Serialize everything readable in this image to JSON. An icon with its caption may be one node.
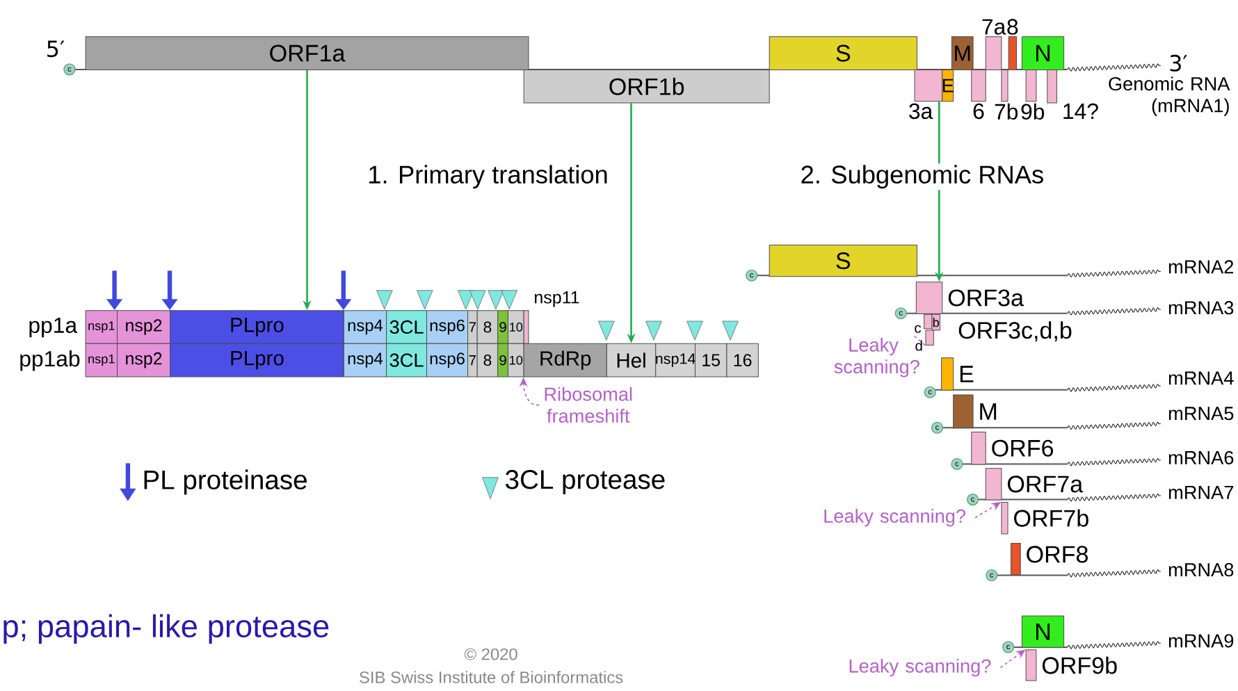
{
  "diagram": {
    "nodes": [
      {
        "text": [
          "ORF1a"
        ]
      },
      {
        "text": [
          "S"
        ]
      },
      {
        "text": [
          "M"
        ]
      },
      {
        "text": [
          "7a"
        ]
      },
      {
        "text": [
          "8"
        ]
      },
      {
        "text": [
          "N"
        ]
      },
      {
        "text": [
          "ORF1b"
        ]
      },
      {
        "text": [
          "3a"
        ]
      },
      {
        "text": [
          "E"
        ]
      },
      {
        "text": [
          "6"
        ]
      },
      {
        "text": [
          "7b"
        ]
      },
      {
        "text": [
          "9b"
        ]
      },
      {
        "text": [
          "14?"
        ]
      },
      {
        "text": [
          "c"
        ]
      },
      {
        "text": [
          "S"
        ]
      },
      {
        "text": [
          "c"
        ]
      },
      {
        "text": [
          "ORF3a"
        ]
      },
      {
        "text": [
          "c"
        ]
      },
      {
        "text": [
          "c"
        ]
      },
      {
        "text": [
          "b"
        ]
      },
      {
        "text": [
          "d"
        ]
      },
      {
        "text": [
          "Leaky scanning?"
        ]
      },
      {
        "text": [
          "nsp1"
        ]
      },
      {
        "text": [
          "nsp2"
        ]
      },
      {
        "text": [
          "PLpro"
        ]
      },
      {
        "text": [
          "nsp4"
        ]
      },
      {
        "text": [
          "3CL"
        ]
      },
      {
        "text": [
          "nsp6"
        ]
      },
      {
        "text": [
          "7"
        ]
      },
      {
        "text": [
          "8"
        ]
      },
      {
        "text": [
          "9"
        ]
      },
      {
        "text": [
          "10"
        ]
      },
      {
        "text": [
          "nsp11"
        ]
      },
      {
        "text": [
          "nsp1"
        ]
      },
      {
        "text": [
          "nsp2"
        ]
      },
      {
        "text": [
          "PLpro"
        ]
      },
      {
        "text": [
          "nsp4"
        ]
      },
      {
        "text": [
          "3CL"
        ]
      },
      {
        "text": [
          "nsp6"
        ]
      },
      {
        "text": [
          "7"
        ]
      },
      {
        "text": [
          "8"
        ]
      },
      {
        "text": [
          "9"
        ]
      },
      {
        "text": [
          "10"
        ]
      },
      {
        "text": [
          "RdRp"
        ]
      },
      {
        "text": [
          "Hel"
        ]
      },
      {
        "text": [
          "nsp14"
        ]
      },
      {
        "text": [
          "15"
        ]
      },
      {
        "text": [
          "16"
        ]
      },
      {
        "text": [
          "Ribosomal frameshift"
        ]
      },
      {
        "text": [
          "E"
        ]
      },
      {
        "text": [
          "c"
        ]
      },
      {
        "text": [
          "M"
        ]
      },
      {
        "text": [
          "c"
        ]
      },
      {
        "text": [
          "ORF6"
        ]
      },
      {
        "text": [
          "c"
        ]
      },
      {
        "text": [
          "ORF7a"
        ]
      },
      {
        "text": [
          "c"
        ]
      },
      {
        "text": [
          "Leaky scanning?"
        ]
      },
      {
        "text": [
          "ORF7b"
        ]
      },
      {
        "text": [
          "ORF8"
        ]
      },
      {
        "text": [
          "c"
        ]
      },
      {
        "text": [
          "N"
        ]
      },
      {
        "text": [
          "c"
        ]
      },
      {
        "text": [
          "Leaky scanning?"
        ]
      },
      {
        "text": [
          "ORF9b"
        ]
      }
    ],
    "edges": [
      {
        "from": 0,
        "to": 24,
        "arrow": "to",
        "color": "#1fae4e"
      },
      {
        "from": 6,
        "to": 44,
        "arrow": "to",
        "color": "#1fae4e"
      },
      {
        "from": 7,
        "to": 16,
        "arrow": "to",
        "color": "#1fae4e"
      },
      {
        "from": 48,
        "to": 43,
        "arrow": "to",
        "style": "dashed",
        "color": "#b462c8"
      },
      {
        "from": 21,
        "to": 20,
        "arrow": "none",
        "style": "dashed",
        "color": "#b462c8"
      },
      {
        "from": 57,
        "to": 58,
        "arrow": "to",
        "style": "dashed",
        "color": "#b462c8"
      },
      {
        "from": 63,
        "to": 64,
        "arrow": "to",
        "style": "dashed",
        "color": "#b462c8"
      }
    ],
    "labels": [
      "5′",
      "3′",
      "Genomic RNA (mRNA1)",
      "1. Primary translation",
      "2. Subgenomic RNAs",
      "mRNA2",
      "mRNA3",
      "pp1a",
      "ORF3c,d,b",
      "pp1ab",
      "mRNA4",
      "mRNA5",
      "mRNA6",
      "mRNA7",
      "mRNA8",
      "mRNA9",
      "p; papain- like protease",
      "© 2020",
      "SIB Swiss Institute of Bioinformatics"
    ],
    "legend": [
      {
        "text": "PL proteinase"
      },
      {
        "text": "3CL protease"
      }
    ]
  }
}
